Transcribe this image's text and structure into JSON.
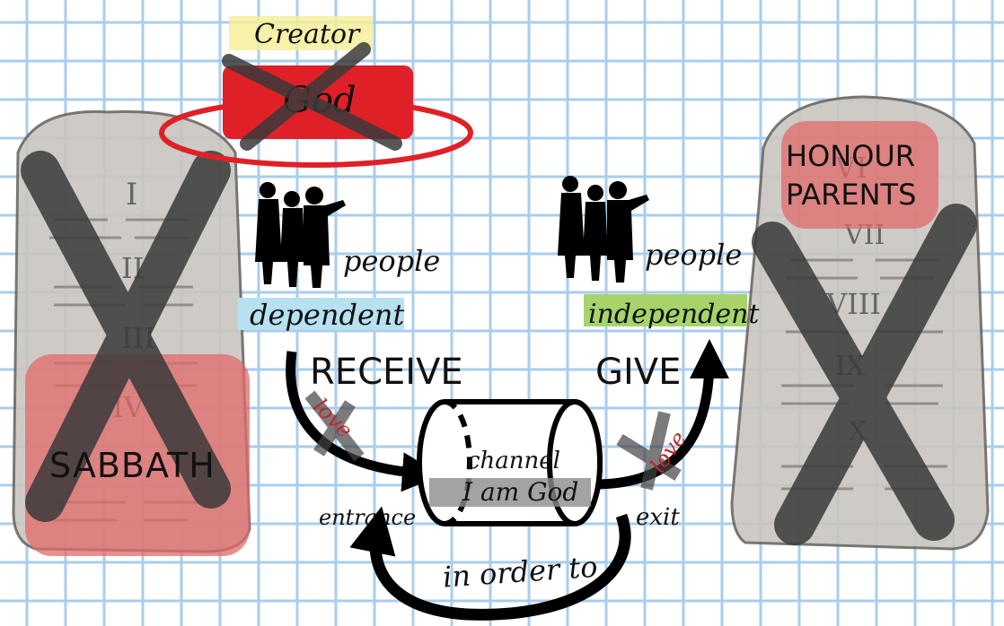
{
  "labels": {
    "creator": "Creator",
    "god": "God",
    "people_left": "people",
    "dependent": "dependent",
    "people_right": "people",
    "independent": "independent",
    "receive": "RECEIVE",
    "give": "GIVE",
    "channel": "channel",
    "i_am_god": "I am God",
    "entrance": "entrance",
    "exit": "exit",
    "in_order_to": "in order to",
    "love_left": "love",
    "love_right": "love",
    "sabbath": "SABBATH",
    "honour_parents_1": "HONOUR",
    "honour_parents_2": "PARENTS"
  },
  "tablet_left": {
    "numerals": [
      "I",
      "II",
      "III",
      "IV"
    ]
  },
  "tablet_right": {
    "numerals": [
      "VI",
      "VII",
      "VIII",
      "IX",
      "X"
    ]
  },
  "colors": {
    "grid": "#a9cdec",
    "god_box": "#e02027",
    "god_ring": "#e02027",
    "creator_highlight": "#f6ef9a",
    "dependent_highlight": "#b7e1f1",
    "independent_highlight": "#a6d46b",
    "sabbath_box": "#e06a6a",
    "honour_box": "#e06a6a",
    "stone": "#c9c5c0",
    "cross": "#3a3a3a",
    "love_text": "#c1272d"
  }
}
